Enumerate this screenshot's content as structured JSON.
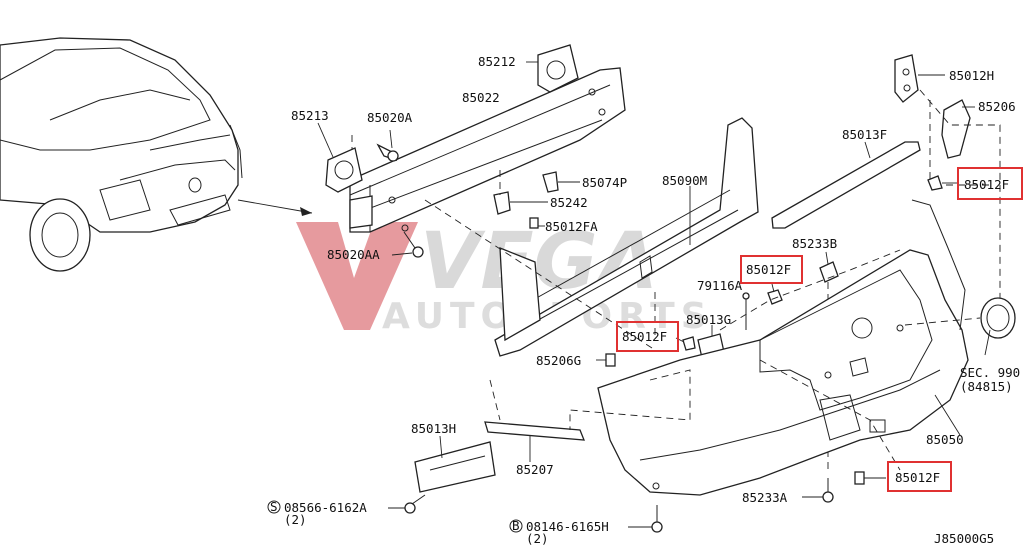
{
  "diagram": {
    "part_labels": {
      "p85212": "85212",
      "p85022": "85022",
      "p85213": "85213",
      "p85020A": "85020A",
      "p85074P": "85074P",
      "p85242": "85242",
      "p85012FA": "85012FA",
      "p85020AA": "85020AA",
      "p85090M": "85090M",
      "p85013F": "85013F",
      "p85012H": "85012H",
      "p85206": "85206",
      "p85012F_a": "85012F",
      "p85233B": "85233B",
      "p85012F_b": "85012F",
      "p79116A": "79116A",
      "p85013G": "85013G",
      "p85012F_c": "85012F",
      "p85206G": "85206G",
      "sec990": "SEC. 990",
      "sec990_ref": "(84815)",
      "p85050": "85050",
      "p85013H": "85013H",
      "p85207": "85207",
      "p85012F_d": "85012F",
      "p85233A": "85233A",
      "bolt_S": "08566-6162A",
      "bolt_S_qty": "(2)",
      "bolt_B": "08146-6165H",
      "bolt_B_qty": "(2)",
      "drawing_no": "J85000G5"
    },
    "symbols": {
      "S": "S",
      "B": "B"
    },
    "watermark": {
      "brand": "VEGA",
      "sub": "AUTOSPORTS"
    },
    "highlight_color": "#e03131"
  }
}
